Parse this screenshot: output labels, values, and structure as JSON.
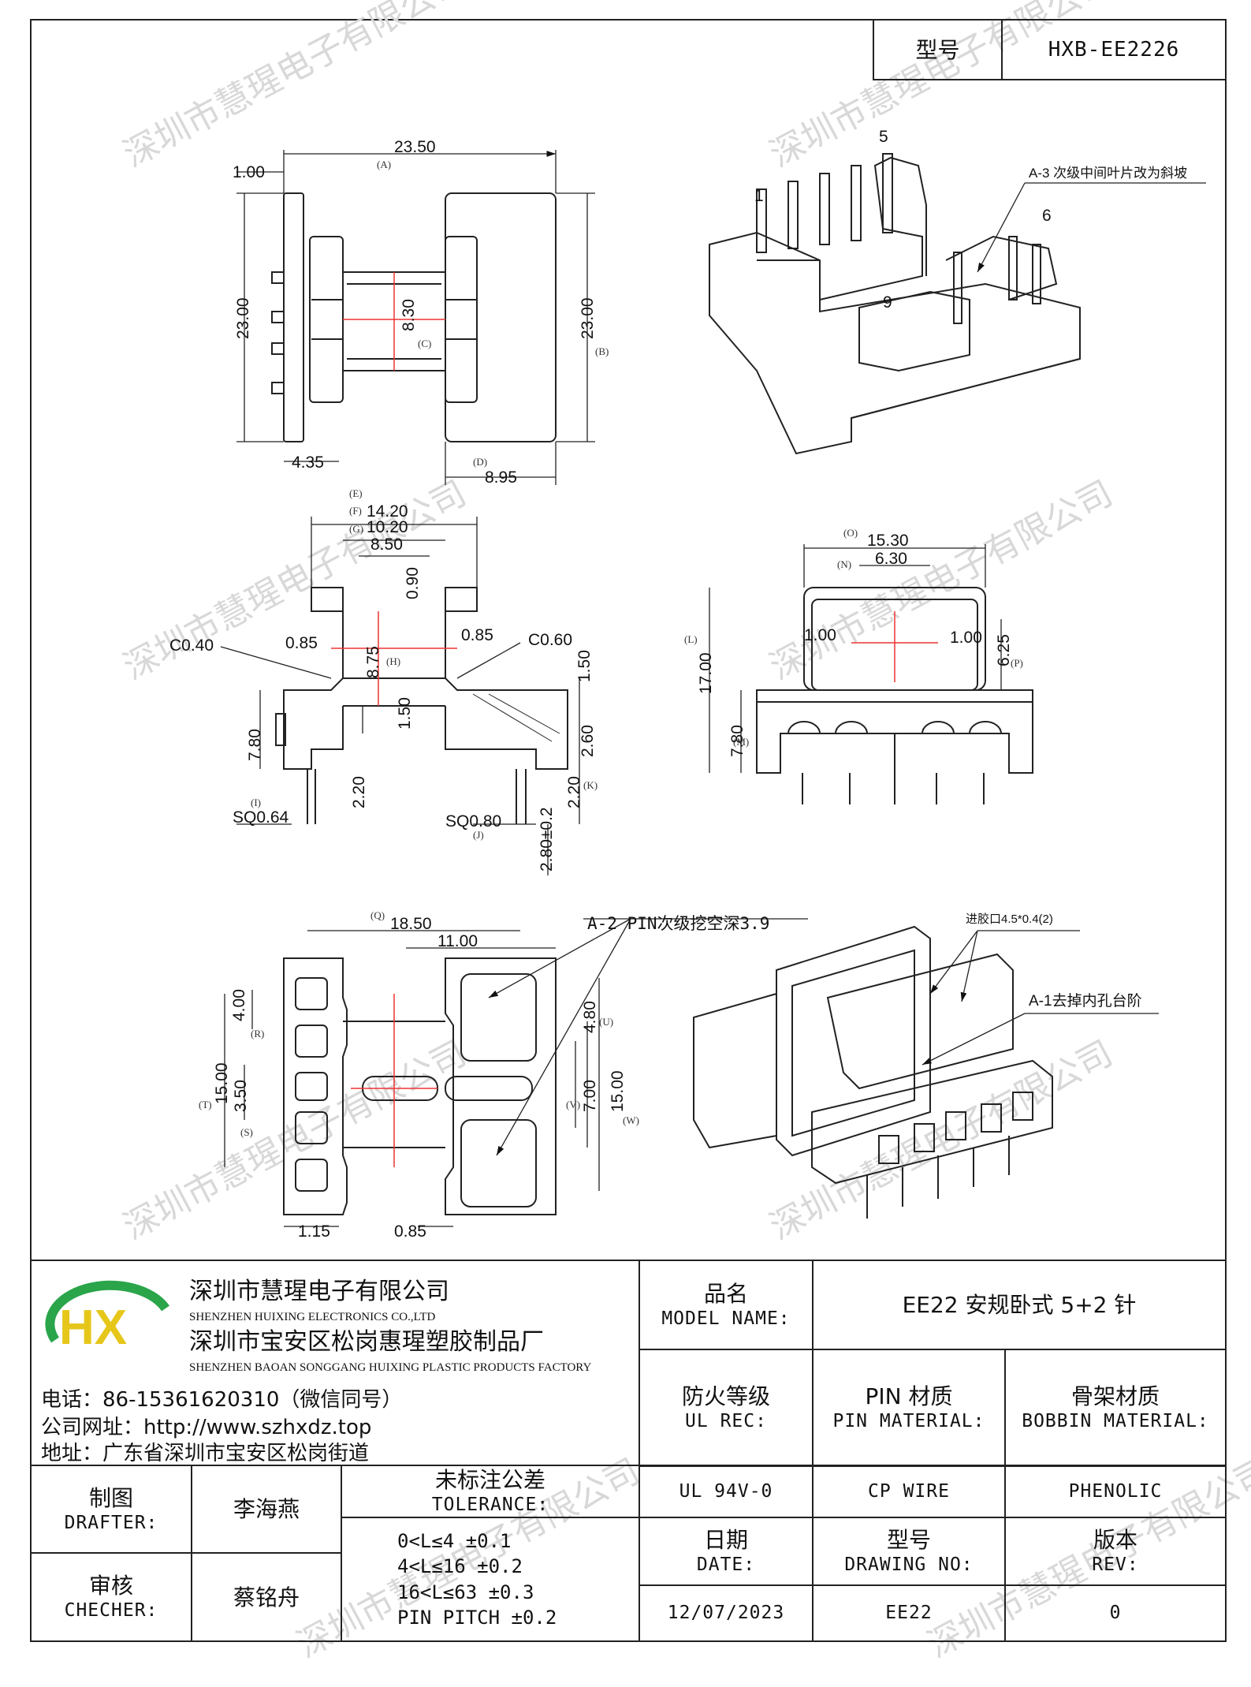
{
  "header": {
    "model_label": "型号",
    "model_value": "HXB-EE2226"
  },
  "watermark": "深圳市慧瑆电子有限公司",
  "drawing": {
    "top_view": {
      "dims": [
        "23.50",
        "1.00",
        "23.00",
        "23.00",
        "8.30",
        "4.35",
        "8.95"
      ],
      "labels": [
        "(A)",
        "(B)",
        "(C)",
        "(D)"
      ]
    },
    "notes": {
      "a3": "A-3  次级中间叶片改为斜坡",
      "a2": "A-2 PIN次级挖空深3.9",
      "gate": "进胶口4.5*0.4(2)",
      "a1": "A-1去掉内孔台阶"
    },
    "pins": [
      "1",
      "5",
      "6",
      "9"
    ],
    "side_view": {
      "dims": [
        "14.20",
        "10.20",
        "8.50",
        "0.90",
        "0.85",
        "0.85",
        "C0.40",
        "C0.60",
        "8.75",
        "1.50",
        "1.50",
        "7.80",
        "2.60",
        "2.20",
        "2.20",
        "SQ0.64",
        "SQ0.80",
        "2.80±0.2"
      ],
      "labels": [
        "(E)",
        "(F)",
        "(G)",
        "(H)",
        "(I)",
        "(J)",
        "(K)"
      ]
    },
    "front_view": {
      "dims": [
        "15.30",
        "6.30",
        "1.00",
        "1.00",
        "17.00",
        "6.25",
        "7.80"
      ],
      "labels": [
        "(O)",
        "(N)",
        "(L)",
        "(P)",
        "(M)"
      ]
    },
    "bottom_view": {
      "dims": [
        "18.50",
        "11.00",
        "4.00",
        "15.00",
        "3.50",
        "4.80",
        "7.00",
        "15.00",
        "1.15",
        "0.85"
      ],
      "labels": [
        "(Q)",
        "(R)",
        "(T)",
        "(S)",
        "(U)",
        "(V)",
        "(W)"
      ]
    }
  },
  "company": {
    "logo_text": "HX",
    "name_cn": "深圳市慧瑆电子有限公司",
    "name_en": "SHENZHEN HUIXING ELECTRONICS CO.,LTD",
    "factory_cn": "深圳市宝安区松岗惠瑆塑胶制品厂",
    "factory_en": "SHENZHEN BAOAN SONGGANG HUIXING PLASTIC PRODUCTS FACTORY",
    "phone": "电话：86-15361620310（微信同号）",
    "website": "公司网址：http://www.szhxdz.top",
    "address": "地址：广东省深圳市宝安区松岗街道"
  },
  "title_block": {
    "model_name_cn": "品名",
    "model_name_en": "MODEL NAME:",
    "model_name_value": "EE22 安规卧式 5+2 针",
    "ul_cn": "防火等级",
    "ul_en": "UL REC:",
    "pin_cn": "PIN 材质",
    "pin_en": "PIN MATERIAL:",
    "bobbin_cn": "骨架材质",
    "bobbin_en": "BOBBIN MATERIAL:",
    "drafter_cn": "制图",
    "drafter_en": "DRAFTER:",
    "drafter_value": "李海燕",
    "tol_cn": "未标注公差",
    "tol_en": "TOLERANCE:",
    "ul_value": "UL 94V-0",
    "pin_value": "CP WIRE",
    "bobbin_value": "PHENOLIC",
    "checker_cn": "审核",
    "checker_en": "CHECHER:",
    "checker_value": "蔡铭舟",
    "tolerances": [
      "0<L≤4  ±0.1",
      "4<L≤16 ±0.2",
      "16<L≤63 ±0.3",
      "PIN PITCH ±0.2"
    ],
    "date_cn": "日期",
    "date_en": "DATE:",
    "drawing_no_cn": "型号",
    "drawing_no_en": "DRAWING NO:",
    "rev_cn": "版本",
    "rev_en": "REV:",
    "date_value": "12/07/2023",
    "drawing_no_value": "EE22",
    "rev_value": "0"
  }
}
